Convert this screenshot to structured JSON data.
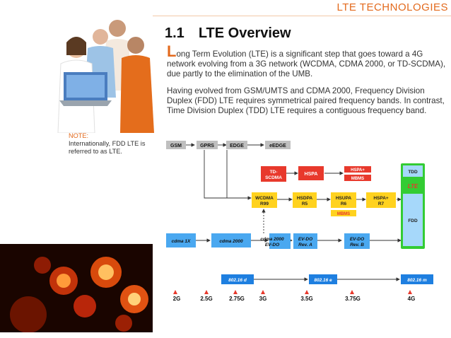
{
  "header": {
    "brand": "LTE TECHNOLOGIES"
  },
  "section": {
    "number": "1.1",
    "title": "LTE Overview"
  },
  "paragraphs": {
    "p1_dropcap": "L",
    "p1_rest": "ong Term Evolution (LTE) is a significant step that goes toward a 4G network evolving from a 3G network (WCDMA, CDMA 2000, or TD-SCDMA), due partly to the elimination of the UMB.",
    "p2": "Having evolved from GSM/UMTS and CDMA 2000, Frequency Division Duplex (FDD) LTE requires symmetrical paired frequency bands. In contrast, Time Division Duplex (TDD) LTE requires a contiguous frequency band."
  },
  "note": {
    "label": "NOTE:",
    "text": "Internationally, FDD LTE is referred to as LTE."
  },
  "diagram": {
    "gsm": "GSM",
    "gprs": "GPRS",
    "edge": "EDGE",
    "eedge": "eEDGE",
    "tdscdma_1": "TD-",
    "tdscdma_2": "SCDMA",
    "hspa": "HSPA",
    "hspa_plus_small": "HSPA+",
    "mbms_small_top": "MBMS",
    "wcdma_1": "WCDMA",
    "wcdma_2": "R99",
    "hsdpa_1": "HSDPA",
    "hsdpa_2": "R5",
    "hsupa_1": "HSUPA",
    "hsupa_2": "R6",
    "hspap_1": "HSPA+",
    "hspap_2": "R7",
    "mbms_bottom": "MBMS",
    "tdd": "TDD",
    "lte": "LTE",
    "fdd": "FDD",
    "cdma1x": "cdma 1X",
    "cdma2000": "cdma 2000",
    "cdma2000evdo_1": "cdma 2000",
    "cdma2000evdo_2": "EV-DO",
    "evdoa_1": "EV-DO",
    "evdoa_2": "Rev. A",
    "evdob_1": "EV-DO",
    "evdob_2": "Rev. B",
    "wifi_d": "802.16 d",
    "wifi_e": "802.16 e",
    "wifi_m": "802.16 m",
    "gens": [
      "2G",
      "2.5G",
      "2.75G",
      "3G",
      "3.5G",
      "3.75G",
      "4G"
    ]
  },
  "colors": {
    "accent": "#e36a1d",
    "gray_box": "#bfbfbf",
    "red_box": "#e8392c",
    "yellow_box": "#ffd21f",
    "blue_box": "#4aa8f0",
    "green_box": "#33cc33"
  }
}
